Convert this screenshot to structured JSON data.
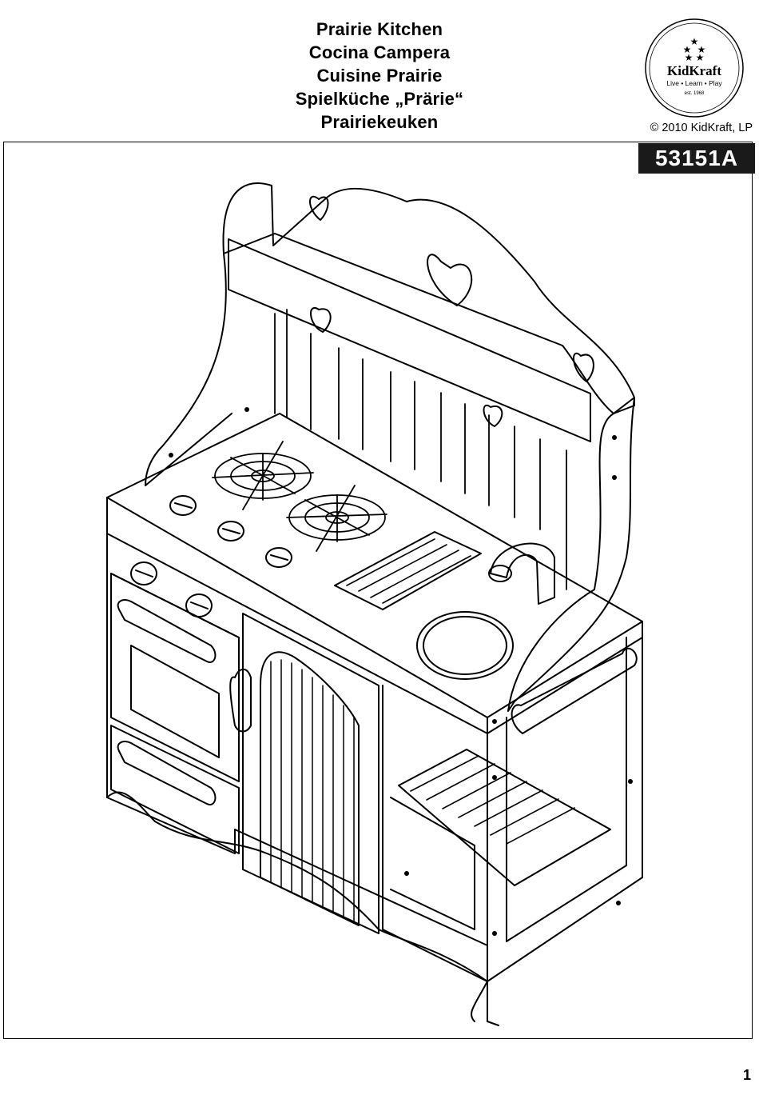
{
  "titles": [
    "Prairie Kitchen",
    "Cocina Campera",
    "Cuisine Prairie",
    "Spielküche „Prärie“",
    "Prairiekeuken"
  ],
  "logo": {
    "brand": "KidKraft",
    "tagline": "Live • Learn • Play",
    "established": "est. 1968"
  },
  "copyright": "© 2010 KidKraft, LP",
  "model_number": "53151A",
  "page_number": "1",
  "colors": {
    "ink": "#000000",
    "paper": "#ffffff",
    "badge": "#1a1a1a"
  },
  "illustration": {
    "subject": "kitchen-line-drawing",
    "parts": [
      "backsplash-crown-with-hearts",
      "stove-burners",
      "control-knobs",
      "oven-door",
      "drawer",
      "arched-cabinet-door",
      "grill-plate",
      "sink-with-faucet",
      "towel-bar",
      "side-shelves"
    ]
  }
}
